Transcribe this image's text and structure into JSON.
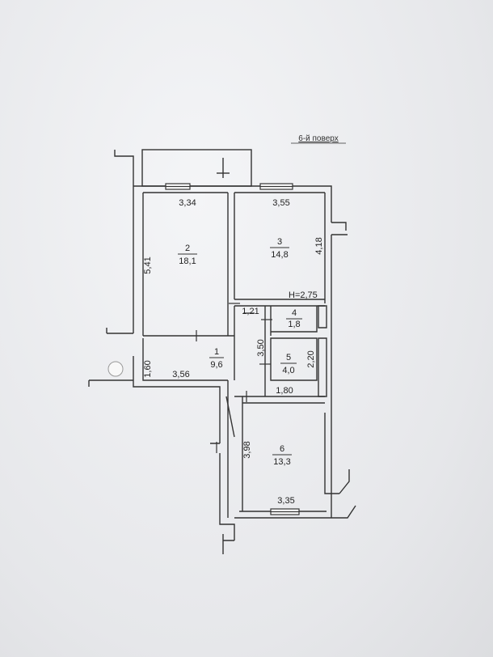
{
  "floor_label": "6-й поверх",
  "height_label": "H=2,75",
  "rooms": [
    {
      "number": "1",
      "area": "9,6"
    },
    {
      "number": "2",
      "area": "18,1"
    },
    {
      "number": "3",
      "area": "14,8"
    },
    {
      "number": "4",
      "area": "1,8"
    },
    {
      "number": "5",
      "area": "4,0"
    },
    {
      "number": "6",
      "area": "13,3"
    }
  ],
  "dimensions": [
    "3,34",
    "3,55",
    "5,41",
    "4,18",
    "1,21",
    "3,50",
    "2,20",
    "1,80",
    "1,60",
    "3,56",
    "3,98",
    "3,35"
  ]
}
